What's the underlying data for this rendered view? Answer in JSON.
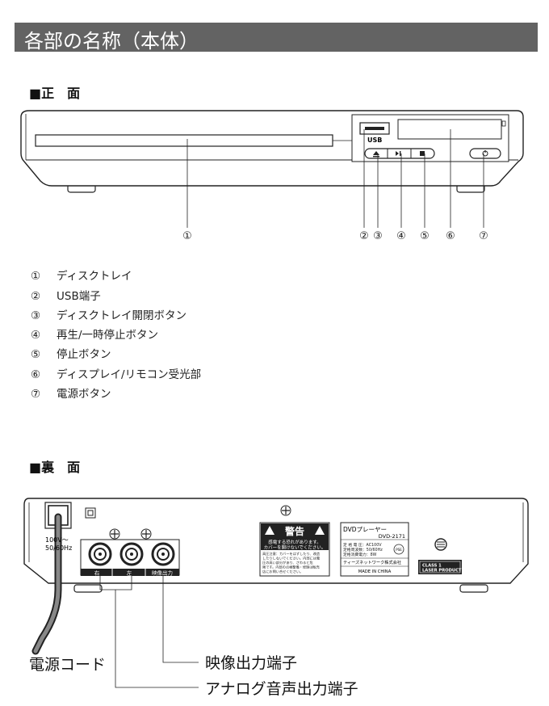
{
  "title": "各部の名称（本体）",
  "front": {
    "heading": "■正　面",
    "usb_label": "USB",
    "markers": [
      "①",
      "②",
      "③",
      "④",
      "⑤",
      "⑥",
      "⑦"
    ],
    "legend": [
      {
        "num": "①",
        "text": "ディスクトレイ"
      },
      {
        "num": "②",
        "text": "USB端子"
      },
      {
        "num": "③",
        "text": "ディスクトレイ開閉ボタン"
      },
      {
        "num": "④",
        "text": "再生/一時停止ボタン"
      },
      {
        "num": "⑤",
        "text": "停止ボタン"
      },
      {
        "num": "⑥",
        "text": "ディスプレイ/リモコン受光部"
      },
      {
        "num": "⑦",
        "text": "電源ボタン"
      }
    ]
  },
  "back": {
    "heading": "■裏　面",
    "voltage": "100V～",
    "frequency": "50/60Hz",
    "jack_labels": [
      "右",
      "左",
      "映像出力"
    ],
    "warning": {
      "title": "警告",
      "line1": "感電する恐れがあります。",
      "line2": "カバーを開けないでください。",
      "body": [
        "高圧注意：カバーをはずしたり、改造",
        "したりしないでください。内部には電",
        "圧の高い部分があり、さわると危",
        "険です。内部の点検整備・修理は販売",
        "店にお問い合せください。"
      ]
    },
    "product": {
      "name": "DVDプレーヤー",
      "model": "DVD-2171",
      "specs": [
        "定 格 電 圧：AC100V",
        "定格周波数：50/60Hz",
        "定格消費電力：8W"
      ],
      "maker": "ティーズネットワーク株式会社",
      "origin": "MADE IN CHINA"
    },
    "laser": [
      "CLASS 1",
      "LASER PRODUCT"
    ],
    "callouts": {
      "power_cord": "電源コード",
      "video_out": "映像出力端子",
      "audio_out": "アナログ音声出力端子"
    }
  }
}
